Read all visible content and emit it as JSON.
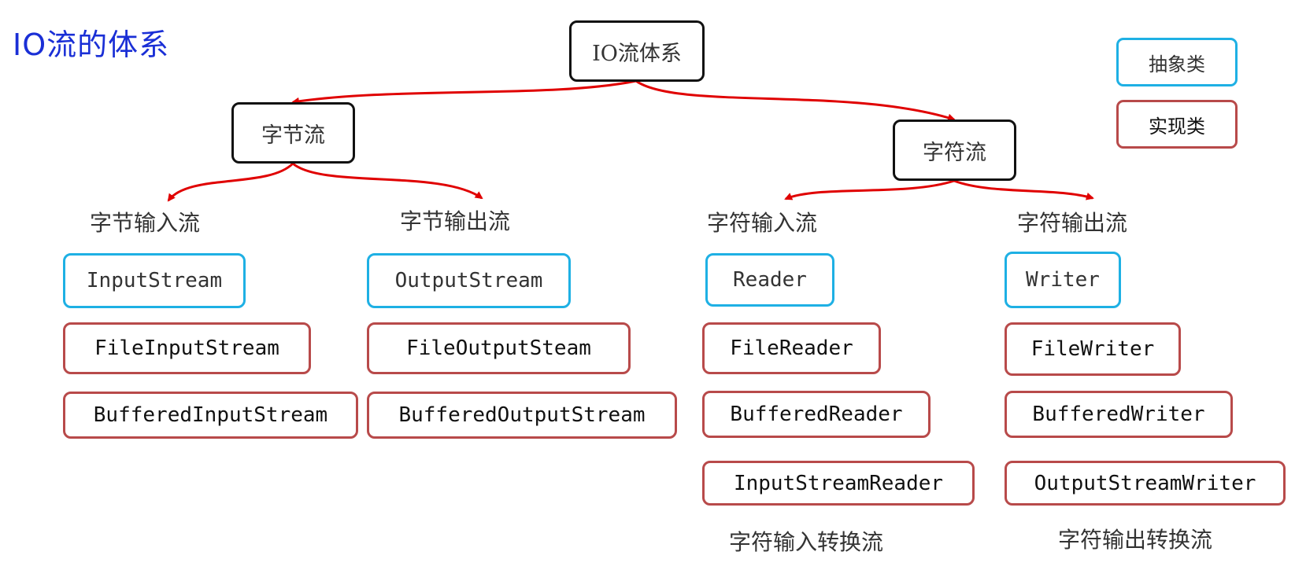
{
  "title": "IO流的体系",
  "root": "IO流体系",
  "byte_stream": {
    "label": "字节流",
    "input": {
      "heading": "字节输入流",
      "abstract": "InputStream",
      "impls": [
        "FileInputStream",
        "BufferedInputStream"
      ]
    },
    "output": {
      "heading": "字节输出流",
      "abstract": "OutputStream",
      "impls": [
        "FileOutputSteam",
        "BufferedOutputStream"
      ]
    }
  },
  "char_stream": {
    "label": "字符流",
    "input": {
      "heading": "字符输入流",
      "abstract": "Reader",
      "impls": [
        "FileReader",
        "BufferedReader",
        "InputStreamReader"
      ],
      "note": "字符输入转换流"
    },
    "output": {
      "heading": "字符输出流",
      "abstract": "Writer",
      "impls": [
        "FileWriter",
        "BufferedWriter",
        "OutputStreamWriter"
      ],
      "note": "字符输出转换流"
    }
  },
  "legend": {
    "abstract": "抽象类",
    "impl": "实现类"
  },
  "colors": {
    "abstract": "#1eb0e4",
    "impl": "#b84a4a",
    "arrow": "#e00000",
    "title": "#1a2fd6"
  }
}
